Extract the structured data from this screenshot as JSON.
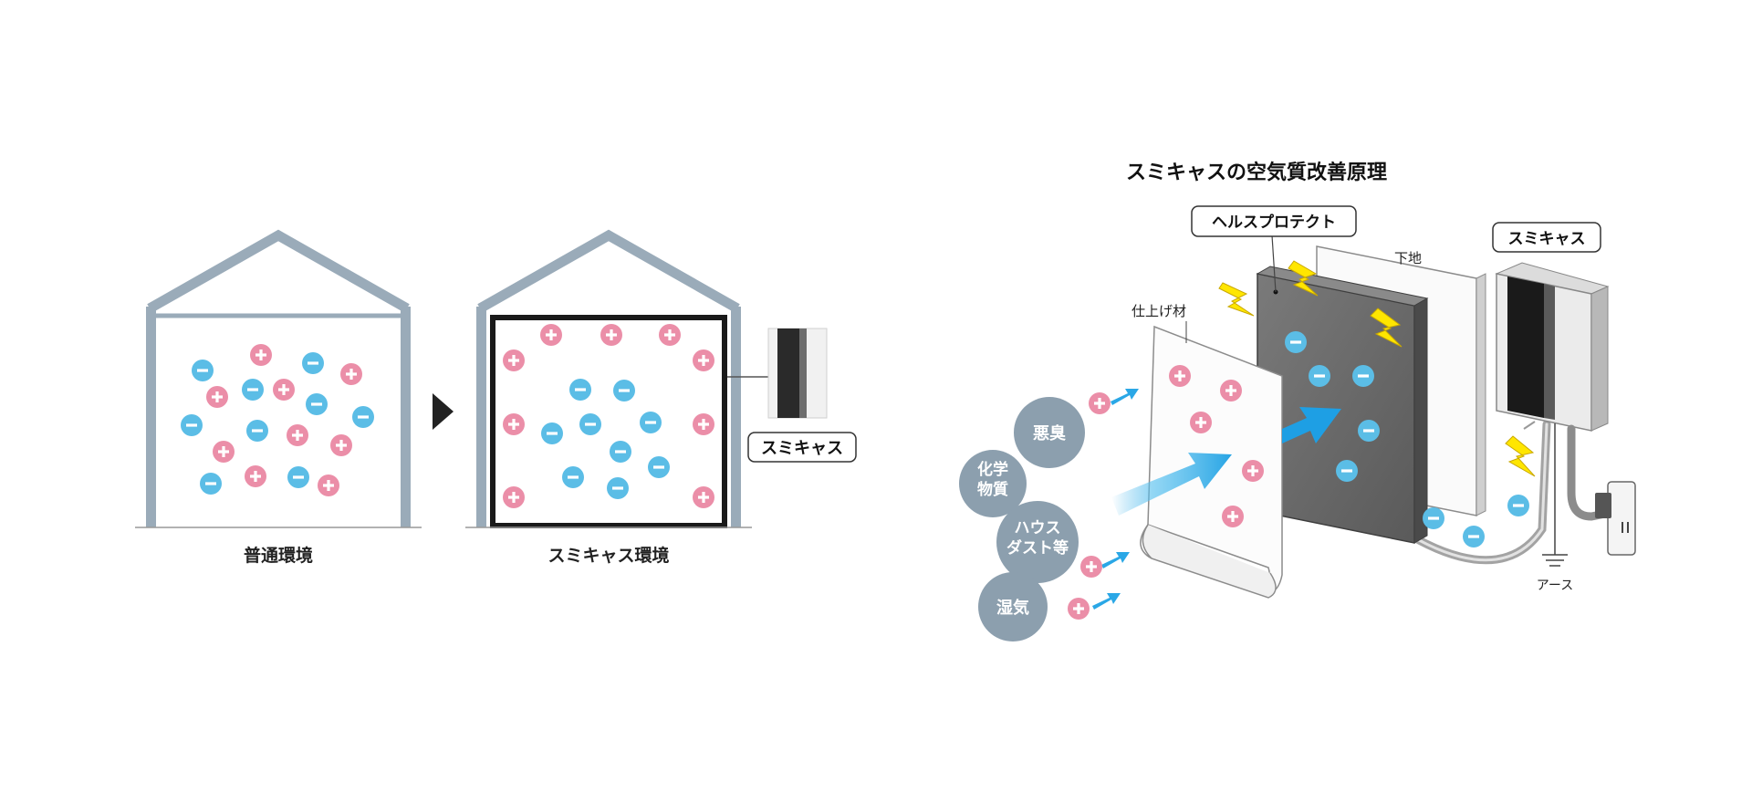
{
  "left_diagram": {
    "normal_label": "普通環境",
    "sumicas_env_label": "スミキャス環境",
    "device_label": "スミキャス"
  },
  "right_diagram": {
    "title": "スミキャスの空気質改善原理",
    "health_protect_label": "ヘルスプロテクト",
    "base_label": "下地",
    "finish_label": "仕上げ材",
    "sumicas_label": "スミキャス",
    "ground_label": "アース",
    "pollutants": [
      "悪臭",
      "化学\n物質",
      "ハウス\nダスト等",
      "湿気"
    ]
  },
  "colors": {
    "house_gray": "#9aabb9",
    "wall_black": "#1a1a1a",
    "plus_pink": "#eb8ea8",
    "minus_blue": "#5bbde6",
    "bubble_gray": "#8c9fae",
    "arrow_blue": "#2aa7e6",
    "panel_gray": "#6b6b6b",
    "zap_yellow": "#ffe600"
  }
}
